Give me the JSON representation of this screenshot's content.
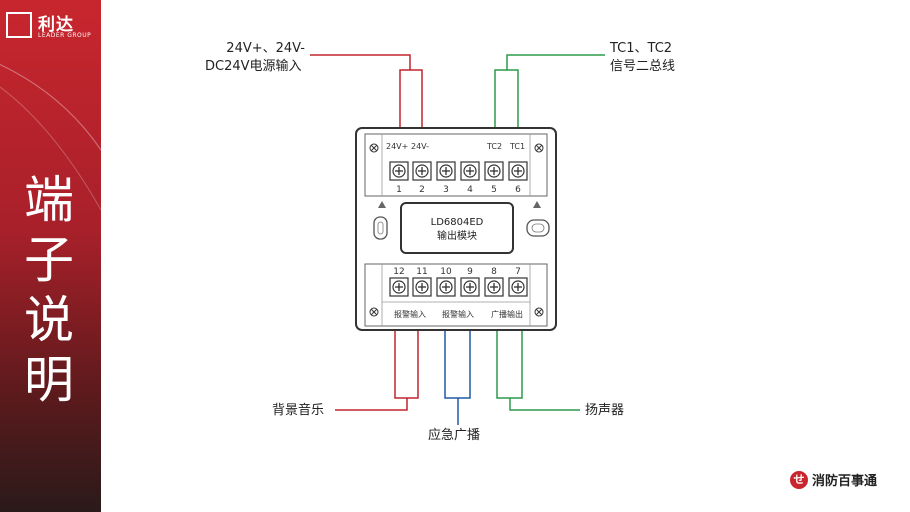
{
  "brand_logo": {
    "name": "利达",
    "subtitle": "LEADER GROUP"
  },
  "side_title": [
    "端",
    "子",
    "说",
    "明"
  ],
  "module": {
    "model": "LD6804ED",
    "name": "输出模块"
  },
  "top_terminals": {
    "labels": [
      "24V+",
      "24V-",
      "TC2",
      "TC1"
    ],
    "numbers": [
      "1",
      "2",
      "3",
      "4",
      "5",
      "6"
    ]
  },
  "bottom_terminals": {
    "numbers": [
      "12",
      "11",
      "10",
      "9",
      "8",
      "7"
    ],
    "labels": [
      "报警输入",
      "报警输入",
      "广播输出"
    ]
  },
  "callouts": {
    "power_line1": "24V+、24V-",
    "power_line2": "DC24V电源输入",
    "bus_line1": "TC1、TC2",
    "bus_line2": "信号二总线",
    "background_music": "背景音乐",
    "emergency_broadcast": "应急广播",
    "speaker": "扬声器"
  },
  "footer_brand": {
    "icon": "fire-badge-icon",
    "text": "消防百事通"
  },
  "colors": {
    "red": "#c0262e",
    "green": "#2e9a4a",
    "blue": "#1f5aa6",
    "sidebar": "#c8262e"
  }
}
